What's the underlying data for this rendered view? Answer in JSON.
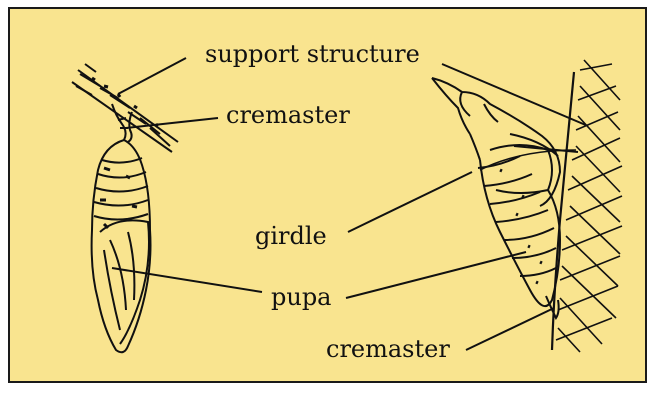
{
  "colors": {
    "background": "#f9e48f",
    "border": "#1a1a1a",
    "ink": "#111111"
  },
  "labels": {
    "support_structure": "support structure",
    "cremaster_top": "cremaster",
    "girdle": "girdle",
    "pupa": "pupa",
    "cremaster_bottom": "cremaster"
  }
}
